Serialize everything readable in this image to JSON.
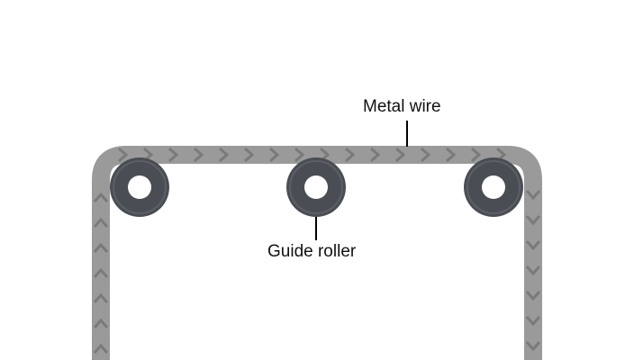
{
  "labels": {
    "metal_wire": "Metal wire",
    "guide_roller": "Guide roller"
  },
  "colors": {
    "wire": "#9a9a9a",
    "wire_chevron": "#7a7a7a",
    "roller_outer": "#4a4e54",
    "roller_rim": "#5b6066",
    "roller_hole": "#ffffff",
    "leader_line": "#000000",
    "background": "#ffffff"
  },
  "rollers": [
    {
      "id": "left"
    },
    {
      "id": "center"
    },
    {
      "id": "right"
    }
  ]
}
